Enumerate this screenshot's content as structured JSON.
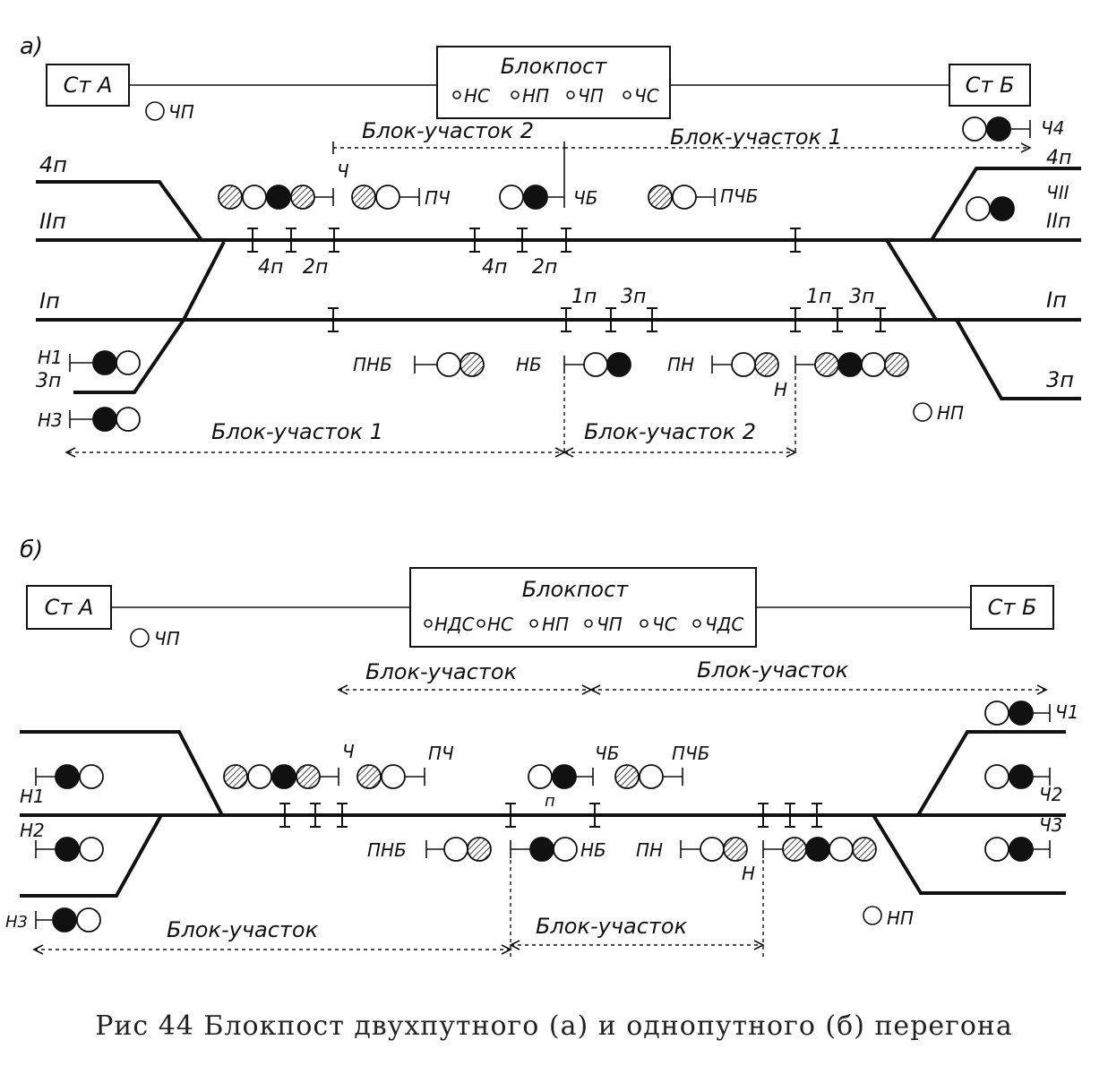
{
  "caption": "Рис 44 Блокпост двухпутного (а) и однопутного (б) перегона",
  "part_a": {
    "letter": "а)",
    "station_left": "Ст А",
    "station_right": "Ст Б",
    "blockpost": {
      "title": "Блокпост",
      "indicators": [
        "НС",
        "НП",
        "ЧП",
        "ЧС"
      ]
    },
    "lamp_chp": "ЧП",
    "lamp_np": "НП",
    "upper_sections": [
      "Блок-участок 2",
      "Блок-участок 1"
    ],
    "lower_sections": [
      "Блок-участок 1",
      "Блок-участок 2"
    ],
    "tracks": [
      "4п",
      "IIп",
      "Iп",
      "3п",
      "4п",
      "IIп",
      "Iп",
      "3п"
    ],
    "track_labels": [
      "4п",
      "2п",
      "4п",
      "2п",
      "1п",
      "3п",
      "1п",
      "3п"
    ],
    "signals": [
      "Ч",
      "ПЧ",
      "ЧБ",
      "ПЧБ",
      "Ч4",
      "ЧII",
      "Н1",
      "Н3",
      "ПНБ",
      "НБ",
      "ПН",
      "Н"
    ]
  },
  "part_b": {
    "letter": "б)",
    "station_left": "Ст А",
    "station_right": "Ст Б",
    "blockpost": {
      "title": "Блокпост",
      "indicators": [
        "НДС",
        "НС",
        "НП",
        "ЧП",
        "ЧС",
        "ЧДС"
      ]
    },
    "lamp_chp": "ЧП",
    "lamp_np": "НП",
    "upper_sections": [
      "Блок-участок",
      "Блок-участок"
    ],
    "lower_sections": [
      "Блок-участок",
      "Блок-участок"
    ],
    "signals": [
      "Ч",
      "ПЧ",
      "ЧБ",
      "ПЧБ",
      "п",
      "Ч1",
      "Ч2",
      "Ч3",
      "Н1",
      "Н2",
      "Н3",
      "ПНБ",
      "НБ",
      "ПН",
      "Н"
    ]
  }
}
